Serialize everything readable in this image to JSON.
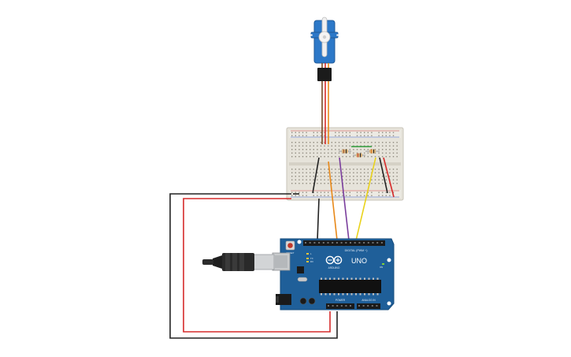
{
  "board": {
    "model": "UNO",
    "brand": "ARDUINO",
    "digital_label": "DIGITAL (PWM ~)",
    "power_label": "POWER",
    "analog_label": "ANALOG IN",
    "reset_label": "RESET",
    "tx_label": "TX",
    "rx_label": "RX",
    "on_label": "ON",
    "l_label": "L"
  },
  "colors": {
    "board_blue": "#1f5f99",
    "breadboard": "#e8e5dd",
    "wire_red": "#d62b2b",
    "wire_black": "#222222",
    "wire_orange": "#e8891a",
    "wire_yellow": "#e9d21a",
    "wire_purple": "#7a3e9d",
    "wire_green": "#2e9b3a",
    "servo_blue": "#2c78c8"
  }
}
